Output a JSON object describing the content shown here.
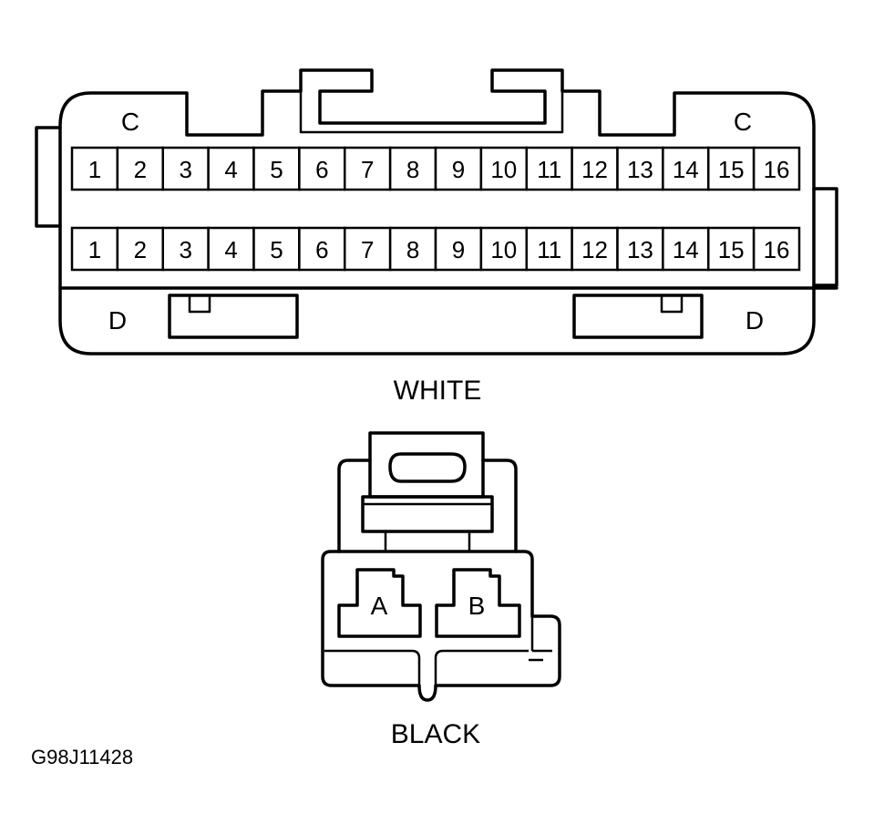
{
  "white_connector": {
    "caption": "WHITE",
    "corner_label_top_left": "C",
    "corner_label_top_right": "C",
    "corner_label_bottom_left": "D",
    "corner_label_bottom_right": "D",
    "row_top_pins": [
      "1",
      "2",
      "3",
      "4",
      "5",
      "6",
      "7",
      "8",
      "9",
      "10",
      "11",
      "12",
      "13",
      "14",
      "15",
      "16"
    ],
    "row_bottom_pins": [
      "1",
      "2",
      "3",
      "4",
      "5",
      "6",
      "7",
      "8",
      "9",
      "10",
      "11",
      "12",
      "13",
      "14",
      "15",
      "16"
    ]
  },
  "black_connector": {
    "caption": "BLACK",
    "pin_a": "A",
    "pin_b": "B"
  },
  "figure_code": "G98J11428"
}
